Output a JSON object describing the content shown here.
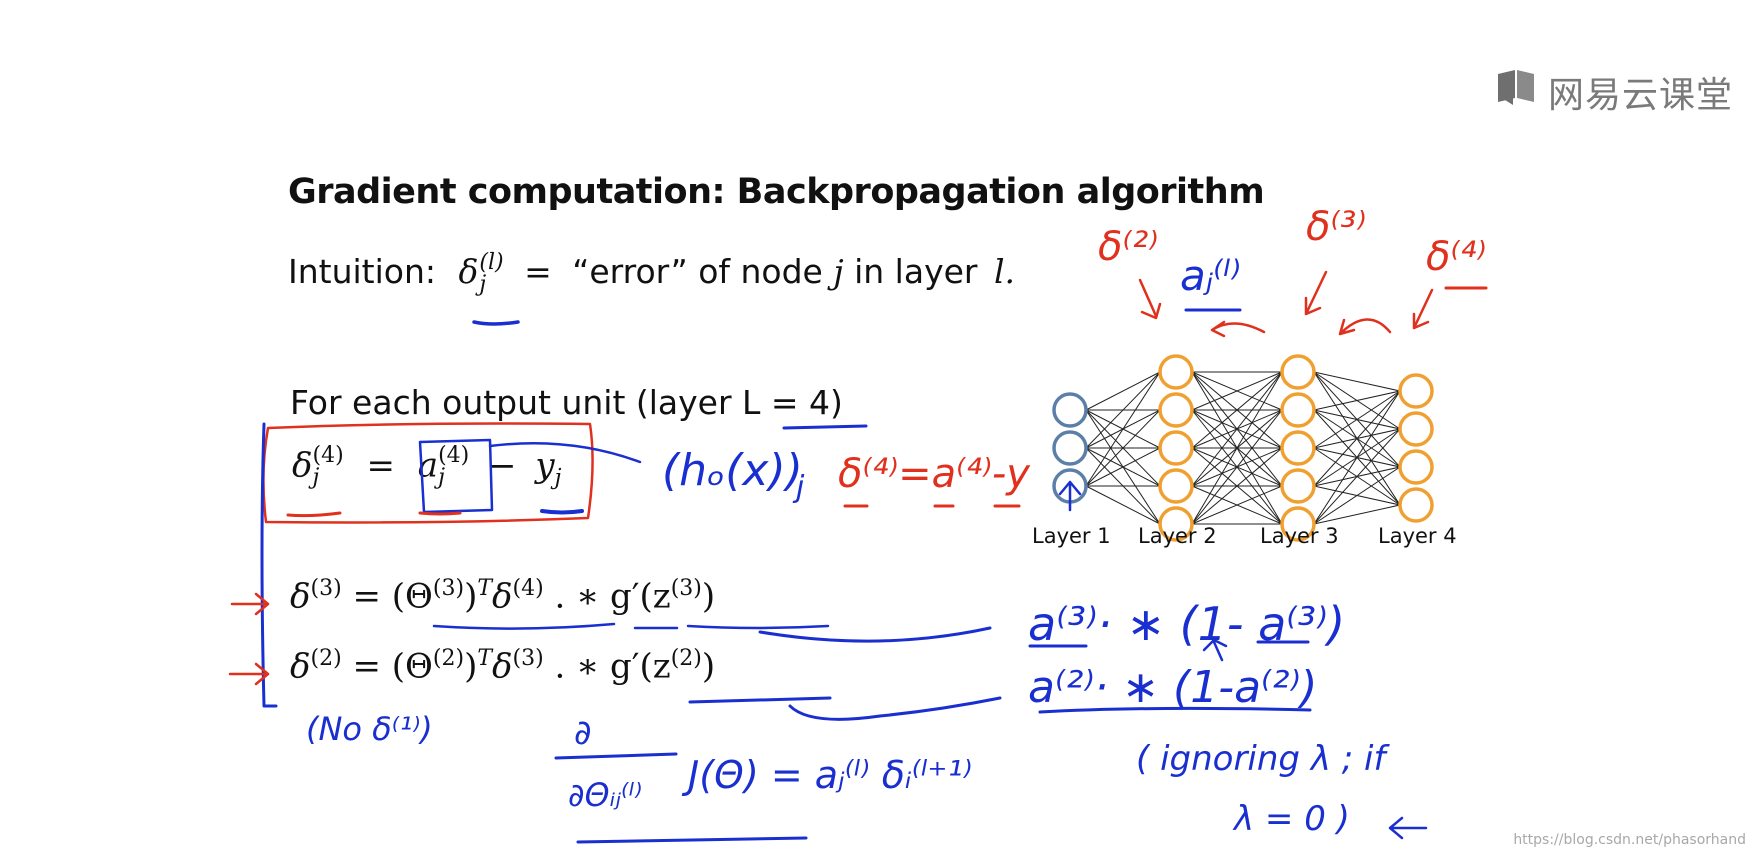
{
  "slide": {
    "title": "Gradient computation: Backpropagation algorithm",
    "intuition_label": "Intuition:",
    "intuition_delta": "δ",
    "intuition_sup": "(l)",
    "intuition_sub": "j",
    "intuition_equals": "=",
    "intuition_text": "“error” of node",
    "intuition_j": "j",
    "intuition_in_layer": "in layer",
    "intuition_l": "l.",
    "output_line": "For each output unit (layer L = 4)",
    "eq1": {
      "lhs": "δ",
      "lhs_sup": "(4)",
      "lhs_sub": "j",
      "equals": "=",
      "a": "a",
      "a_sup": "(4)",
      "a_sub": "j",
      "minus": "−",
      "y": "y",
      "y_sub": "j"
    },
    "eq2": {
      "lhs": "δ",
      "lhs_sup": "(3)",
      "rhs": "= (Θ",
      "theta_sup": "(3)",
      "T": ")",
      "T_sup": "T",
      "delta": "δ",
      "delta_sup": "(4)",
      "op": ". ∗ g′(z",
      "z_sup": "(3)",
      "close": ")"
    },
    "eq3": {
      "lhs": "δ",
      "lhs_sup": "(2)",
      "rhs": "= (Θ",
      "theta_sup": "(2)",
      "T": ")",
      "T_sup": "T",
      "delta": "δ",
      "delta_sup": "(3)",
      "op": ". ∗ g′(z",
      "z_sup": "(2)",
      "close": ")"
    }
  },
  "network": {
    "layers": [
      {
        "label": "Layer 1",
        "nodes": 3,
        "color": "#5b7fa8"
      },
      {
        "label": "Layer 2",
        "nodes": 5,
        "color": "#f0a030"
      },
      {
        "label": "Layer 3",
        "nodes": 5,
        "color": "#f0a030"
      },
      {
        "label": "Layer 4",
        "nodes": 4,
        "color": "#f0a030"
      }
    ]
  },
  "brand": {
    "logo_text": "网易云课堂",
    "watermark": "https://blog.csdn.net/phasorhand"
  },
  "colors": {
    "ink_blue": "#1a2fd0",
    "ink_red": "#e0301e",
    "node_orange": "#f0a030",
    "node_blue": "#5b7fa8"
  }
}
